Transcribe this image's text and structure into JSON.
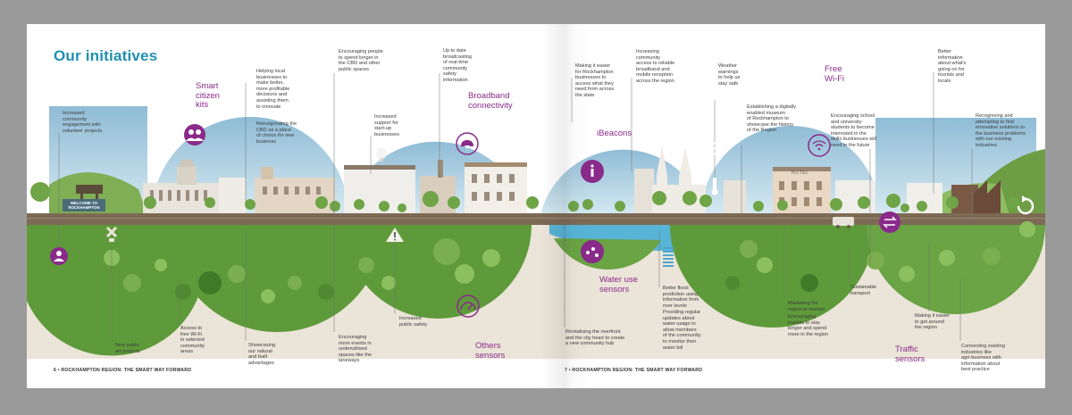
{
  "title": "Our initiatives",
  "footers": {
    "left": "6 • ROCKHAMPTON REGION: THE SMART WAY FORWARD",
    "right": "7 • ROCKHAMPTON REGION: THE SMART WAY FORWARD"
  },
  "signs": {
    "welcome_line1": "WELCOME TO",
    "welcome_line2": "ROCKHAMPTON",
    "hotel": "HOTEL"
  },
  "highlights": {
    "smart_citizen_kits": "Smart\ncitizen\nkits",
    "broadband": "Broadband\nconnectivity",
    "ibeacons": "iBeacons",
    "free_wifi": "Free\nWi-Fi",
    "water_use_sensors": "Water use\nsensors",
    "others_sensors": "Others\nsensors",
    "traffic_sensors": "Traffic\nsensors"
  },
  "annotations": {
    "community_engagement": "Increased\ncommunity\nengagement with\nvolunteer projects",
    "helping_local": "Helping local\nbusinesses to\nmake better,\nmore profitable\ndecisions and\nassisting them\nto innovate",
    "reinvigorating_cbd": "Reinvigorating the\nCBD as a place\nof choice for new\nbusiness",
    "encouraging_people": "Encouraging people\nto spend longer in\nthe CBD and other\npublic spaces",
    "startup_support": "Increased\nsupport for\nstart-up\nbusinesses",
    "safety_info": "Up to date\nbroadcasting\nof real-time\ncommunity\nsafety\ninformation",
    "public_art": "New public\nart projects",
    "free_wifi_access": "Access to\nfree Wi-Fi\nin selected\ncommunity\nareas",
    "natural_built": "Showcasing\nour natural\nand built\nadvantages",
    "more_events": "Encouraging\nmore events in\nunderutilised\nspaces like the\nlaneways",
    "public_safety": "Increased\npublic safety",
    "easier_access": "Making it easier\nfor Rockhampton\nbusinesses to\naccess what they\nneed from across\nthe state",
    "reliable_broadband": "Increasing\ncommunity\naccess to reliable\nbroadband and\nmobile reception\nacross the region",
    "weather_warnings": "Weather\nwarnings\nto help us\nstay safe",
    "digital_museum": "Establishing a digitally\nenabled museum\nof Rockhampton to\nshowcase the history\nof the Region",
    "school_students": "Encouraging school\nand university\nstudents to become\ninterested in the\nskills businesses will\nneed in the future",
    "better_information": "Better\ninformation\nabout what's\ngoing on for\ntourists and\nlocals",
    "innovative_solutions": "Recognising and\nattempting to find\ninnovative solutions to\nthe business problems\nwith our existing\nindustries",
    "riverfront": "Revitalising the riverfront\nand the city heart to create\na new community hub",
    "flood_prediction": "Better flood\nprediction using\ninformation from\nriver levels",
    "water_usage": "Providing regular\nupdates about\nwater usage to\nallow members\nof the community\nto monitor their\nwater bill",
    "marketing_tourists": "Marketing the\nregion to tourists",
    "encouraging_tourists": "Encouraging\ntourists to stay\nlonger and spend\nmore in the region",
    "sustainable_transport": "Sustainable\ntransport",
    "get_around": "Making it easier\nto get around\nthe region",
    "agri_business": "Connecting existing\nindustries like\nagri-business with\ninformation about\nbest practice"
  },
  "colors": {
    "title_blue": "#1f8fb0",
    "highlight_purple": "#8a2a8a",
    "grass_green": "#5e9a3a",
    "tree_green": "#7bae4f",
    "road_brown": "#7d6a55",
    "sky_blue": "#a8cde0",
    "river_blue": "#58b4d6",
    "sand": "#ebe4d8"
  },
  "icons": [
    "user-icon",
    "tools-icon",
    "people-icon",
    "lightbulb-icon",
    "warning-icon",
    "cloud-download-icon",
    "gauge-icon",
    "bluetooth-icon",
    "info-icon",
    "water-drops-icon",
    "water-waves-icon",
    "wifi-icon",
    "traffic-arrows-icon",
    "thermometer-icon",
    "refresh-icon"
  ]
}
